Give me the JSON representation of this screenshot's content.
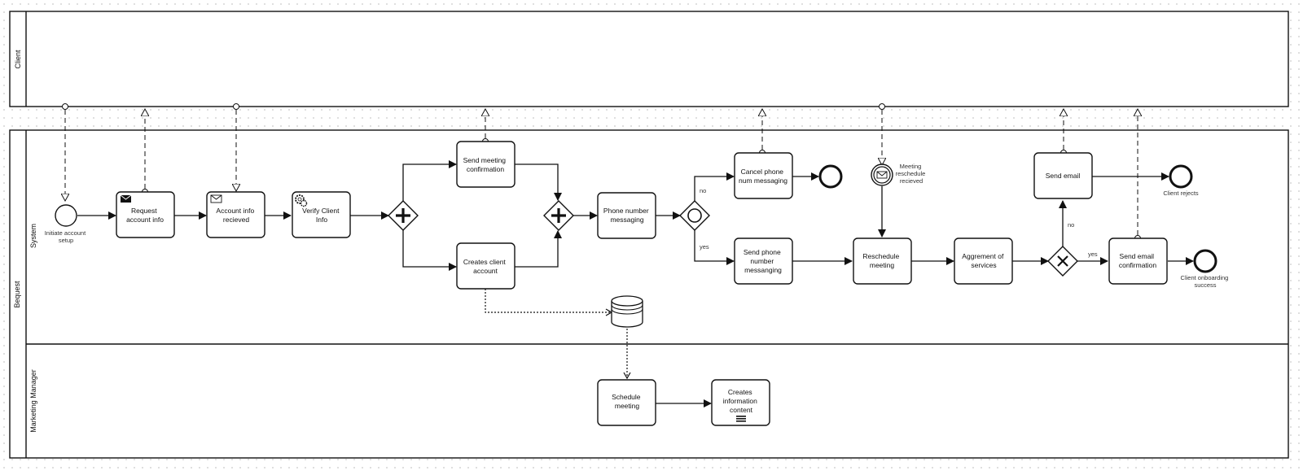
{
  "pools": {
    "client": "Client",
    "main": "Bequest",
    "lane_system": "System",
    "lane_marketing": "Marketing Manager"
  },
  "tasks": {
    "request_account_info": [
      "Request",
      "account info"
    ],
    "account_info_received": [
      "Account info",
      "recieved"
    ],
    "verify_client_info": [
      "Verify Client",
      "Info"
    ],
    "send_meeting_confirmation": [
      "Send meeting",
      "confirmation"
    ],
    "creates_client_account": [
      "Creates client",
      "account"
    ],
    "phone_number_messaging": [
      "Phone number",
      "messaging"
    ],
    "cancel_phone_messaging": [
      "Cancel phone",
      "num messaging"
    ],
    "send_phone_messaging": [
      "Send phone",
      "number",
      "messanging"
    ],
    "reschedule_meeting": [
      "Reschedule",
      "meeting"
    ],
    "agreement_of_services": [
      "Aggrement of",
      "services"
    ],
    "send_email": [
      "Send email"
    ],
    "send_email_confirmation": [
      "Send email",
      "confirmation"
    ],
    "schedule_meeting": [
      "Schedule",
      "meeting"
    ],
    "creates_information_content": [
      "Creates",
      "information",
      "content"
    ]
  },
  "events": {
    "initiate_account_setup": [
      "Initiate account",
      "setup"
    ],
    "meeting_reschedule_received": [
      "Meeting",
      "reschedule",
      "recieved"
    ],
    "client_rejects": [
      "Client rejects"
    ],
    "client_onboarding_success": [
      "Client onboarding",
      "success"
    ]
  },
  "flow_labels": {
    "no_upper": "no",
    "yes_lower": "yes",
    "no_email": "no",
    "yes_confirm": "yes"
  }
}
